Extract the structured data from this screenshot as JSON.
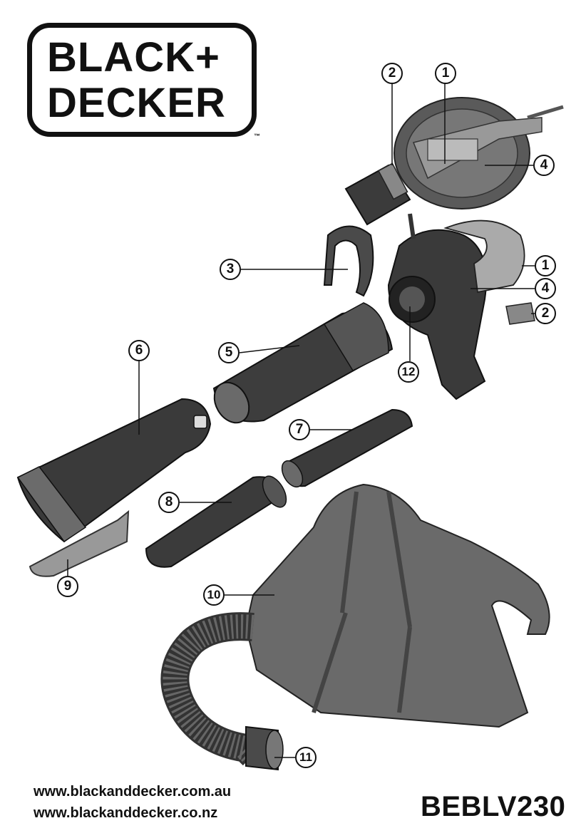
{
  "brand": {
    "line1": "BLACK+",
    "line2": "DECKER",
    "trademark": "™"
  },
  "callouts": {
    "c1a": "1",
    "c2a": "2",
    "c4a": "4",
    "c3": "3",
    "c1b": "1",
    "c4b": "4",
    "c2b": "2",
    "c12": "12",
    "c5": "5",
    "c6": "6",
    "c7": "7",
    "c8": "8",
    "c9": "9",
    "c10": "10",
    "c11": "11"
  },
  "footer": {
    "url_au": "www.blackanddecker.com.au",
    "url_nz": "www.blackanddecker.co.nz",
    "model": "BEBLV230"
  }
}
